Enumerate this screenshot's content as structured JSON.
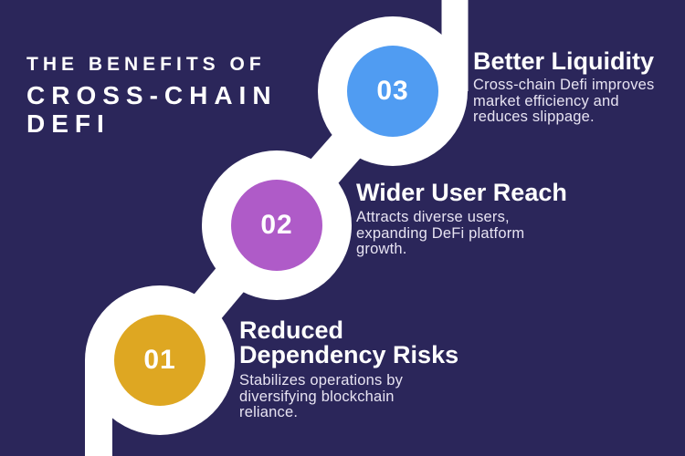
{
  "title": {
    "line1": "THE BENEFITS OF",
    "line2": "CROSS-CHAIN",
    "line3": "DEFI"
  },
  "steps": [
    {
      "number": "01",
      "heading": "Reduced\nDependency Risks",
      "description": "Stabilizes operations by\ndiversifying blockchain\nreliance.",
      "circle_color": "#DEA722"
    },
    {
      "number": "02",
      "heading": "Wider User Reach",
      "description": "Attracts diverse users,\nexpanding DeFi platform\ngrowth.",
      "circle_color": "#AF5BC8"
    },
    {
      "number": "03",
      "heading": "Better Liquidity",
      "description": "Cross-chain Defi improves\nmarket efficiency and\nreduces slippage.",
      "circle_color": "#509CF2"
    }
  ],
  "colors": {
    "background": "#2B265A",
    "path": "#FFFFFF",
    "title_text": "#FFFFFF",
    "heading_text": "#FFFFFF",
    "body_text": "#E7E3F2",
    "number_text": "#FFFFFF"
  }
}
